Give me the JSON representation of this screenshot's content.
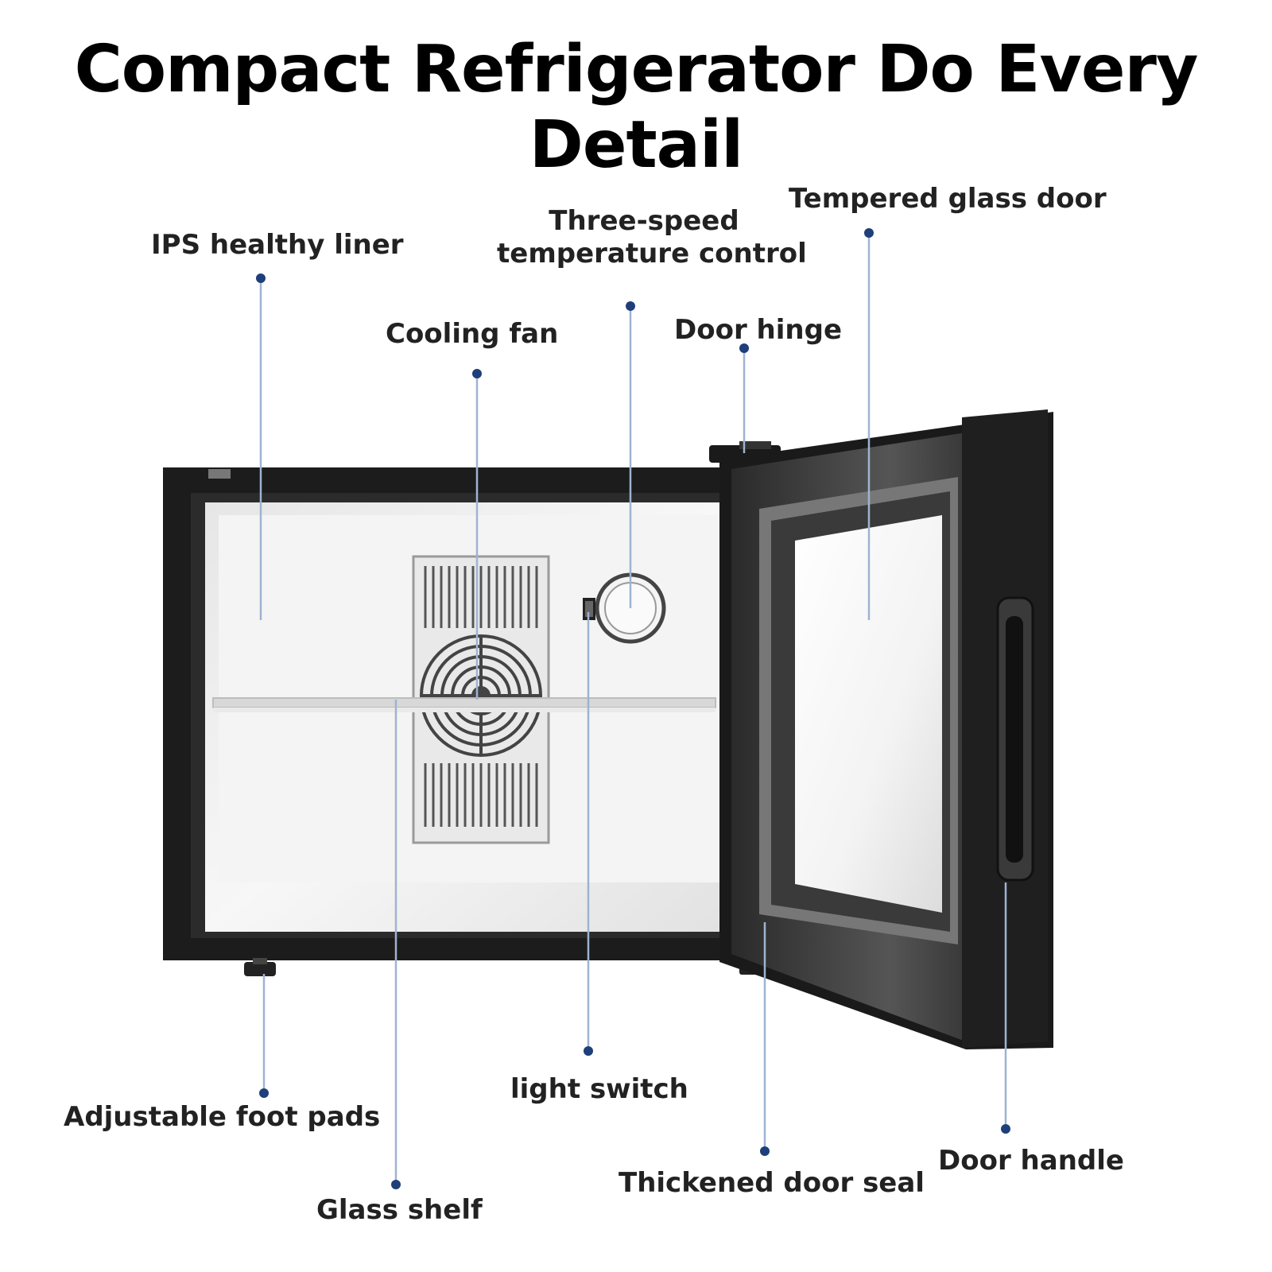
{
  "title": "Compact Refrigerator Do Every Detail",
  "labels": {
    "ips_liner": "IPS healthy liner",
    "temp_control_line1": "Three-speed",
    "temp_control_line2": "temperature control",
    "glass_door": "Tempered glass door",
    "cooling_fan": "Cooling fan",
    "door_hinge": "Door hinge",
    "foot_pads": "Adjustable foot pads",
    "light_switch": "light switch",
    "door_handle": "Door handle",
    "glass_shelf": "Glass shelf",
    "door_seal": "Thickened door seal"
  },
  "colors": {
    "leader_line": "#9fb3d1",
    "leader_dot": "#1f3f7a",
    "cabinet": "#1a1a1a",
    "liner": "#f0f0f0"
  }
}
